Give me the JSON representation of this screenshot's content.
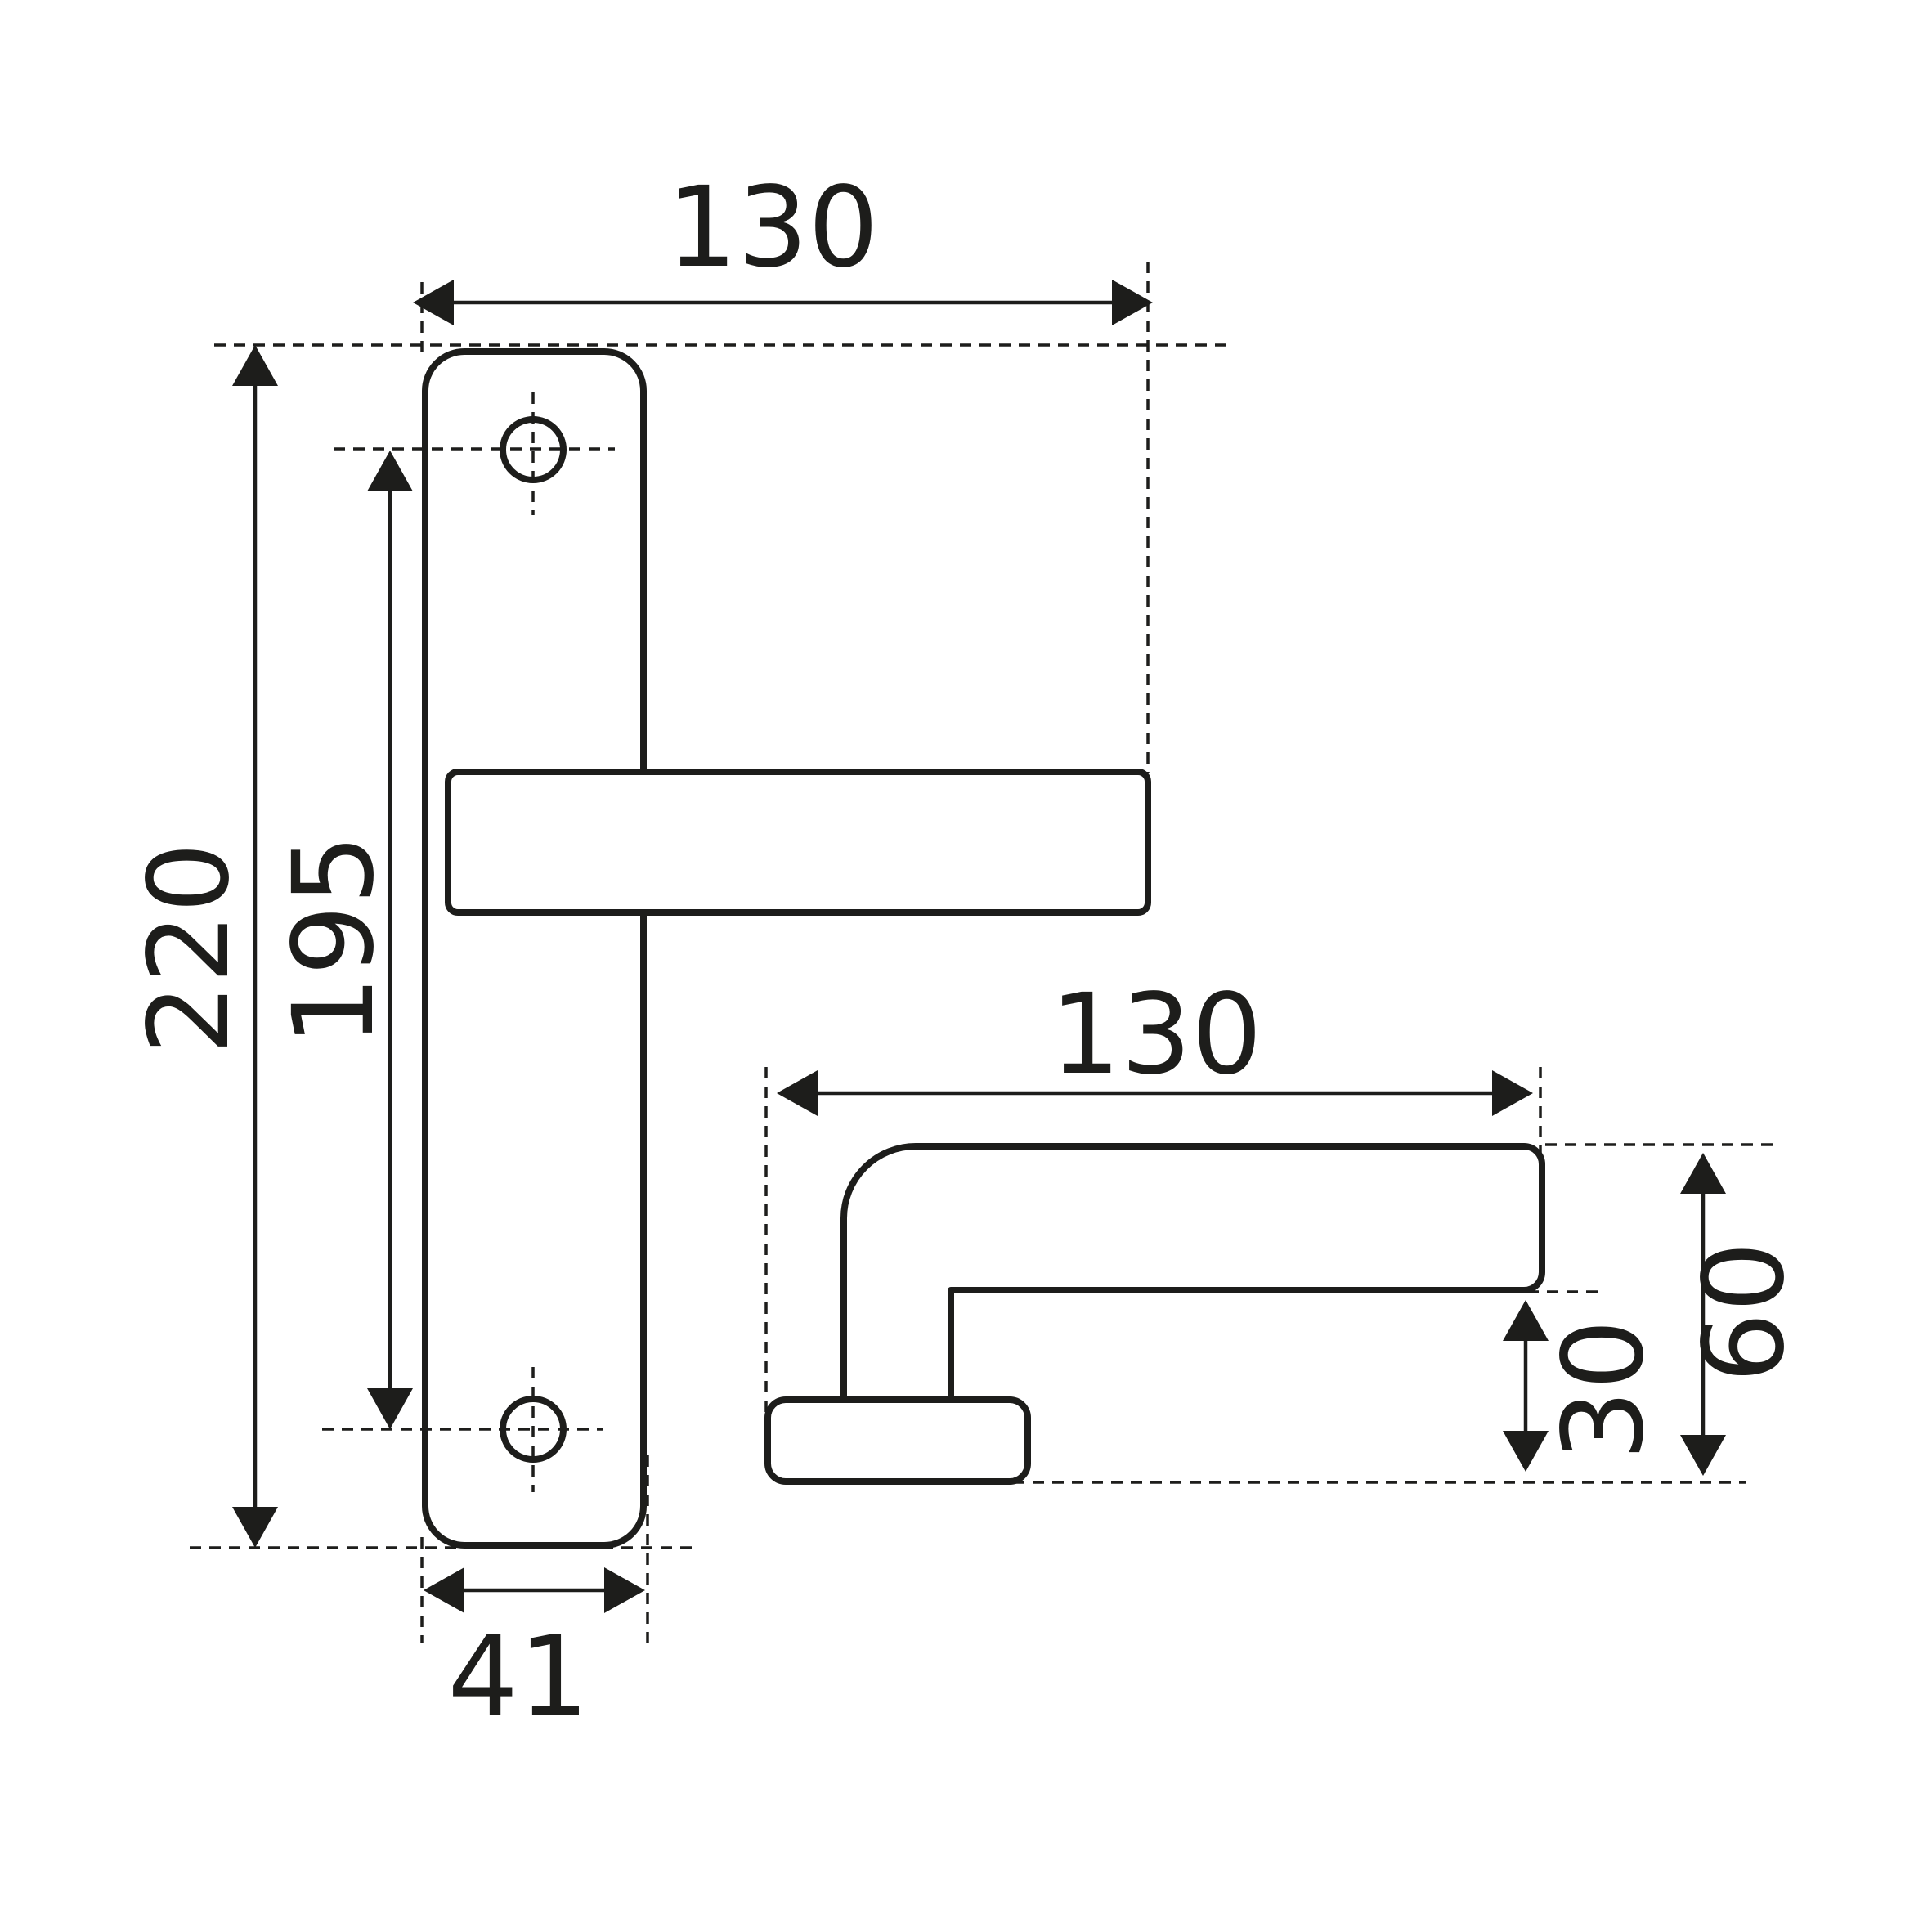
{
  "dimensions": {
    "plate_lever_length": "130",
    "plate_height": "220",
    "hole_spacing": "195",
    "plate_width": "41",
    "side_lever_length": "130",
    "side_height": "60",
    "side_offset": "30"
  },
  "colors": {
    "ink": "#1d1d1b",
    "background": "#ffffff"
  }
}
